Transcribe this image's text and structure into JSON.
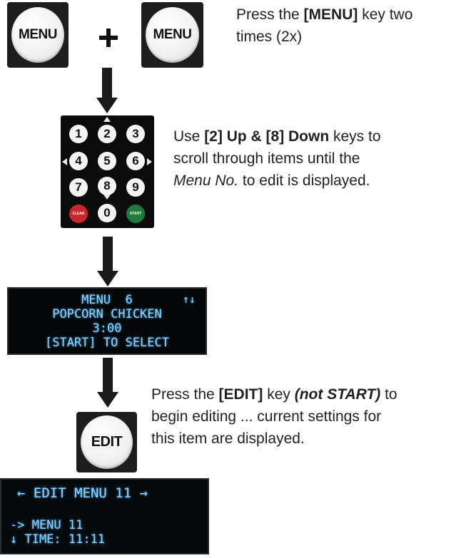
{
  "step1": {
    "key_left_label": "MENU",
    "key_right_label": "MENU",
    "text_pre": "Press the ",
    "text_bold": "[MENU]",
    "text_post": " key two",
    "text_line2": "times (2x)"
  },
  "step2": {
    "keypad": {
      "keys": [
        "1",
        "2",
        "3",
        "4",
        "5",
        "6",
        "7",
        "8",
        "9",
        "CLEAR",
        "0",
        "START"
      ]
    },
    "text_pre": "Use ",
    "text_bold": "[2] Up & [8] Down",
    "text_post": " keys to",
    "text_line2": "scroll through items until the",
    "text_italic": "Menu No.",
    "text_line3_post": " to edit is displayed."
  },
  "step3": {
    "lcd_line1": "MENU  6",
    "lcd_arrows": "↑↓",
    "lcd_line2": "POPCORN CHICKEN",
    "lcd_line3": "3:00",
    "lcd_line4": "[START] TO SELECT"
  },
  "step4": {
    "key_label": "EDIT",
    "text_pre": "Press the ",
    "text_bold": "[EDIT]",
    "text_mid": " key ",
    "text_bold_italic": "(not START)",
    "text_post": " to",
    "text_line2": "begin editing ... current settings for",
    "text_line3": "this item are displayed."
  },
  "step5": {
    "lcd_line1": "← EDIT MENU 11 →",
    "lcd_line2": "-> MENU 11",
    "lcd_line3": "↓ TIME: 11:11"
  },
  "colors": {
    "lcd_text": "#8fd3ff",
    "clear_key": "#c8282b",
    "start_key": "#1f7a3c"
  }
}
